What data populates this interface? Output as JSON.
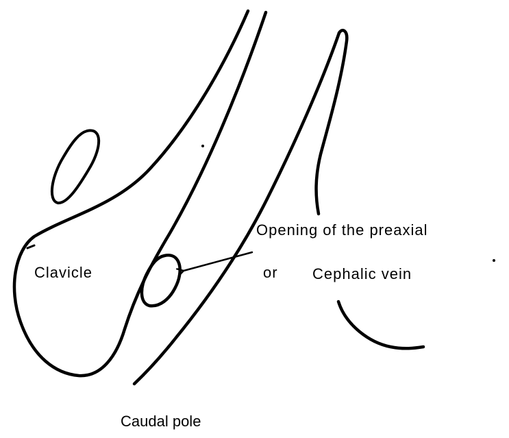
{
  "labels": {
    "clavicle": "Clavicle",
    "opening_line1": "Opening of the preaxial",
    "opening_or": "or",
    "opening_line2": "Cephalic vein",
    "caudal_pole": "Caudal pole"
  },
  "colors": {
    "ink": "#000000",
    "background": "#ffffff"
  }
}
